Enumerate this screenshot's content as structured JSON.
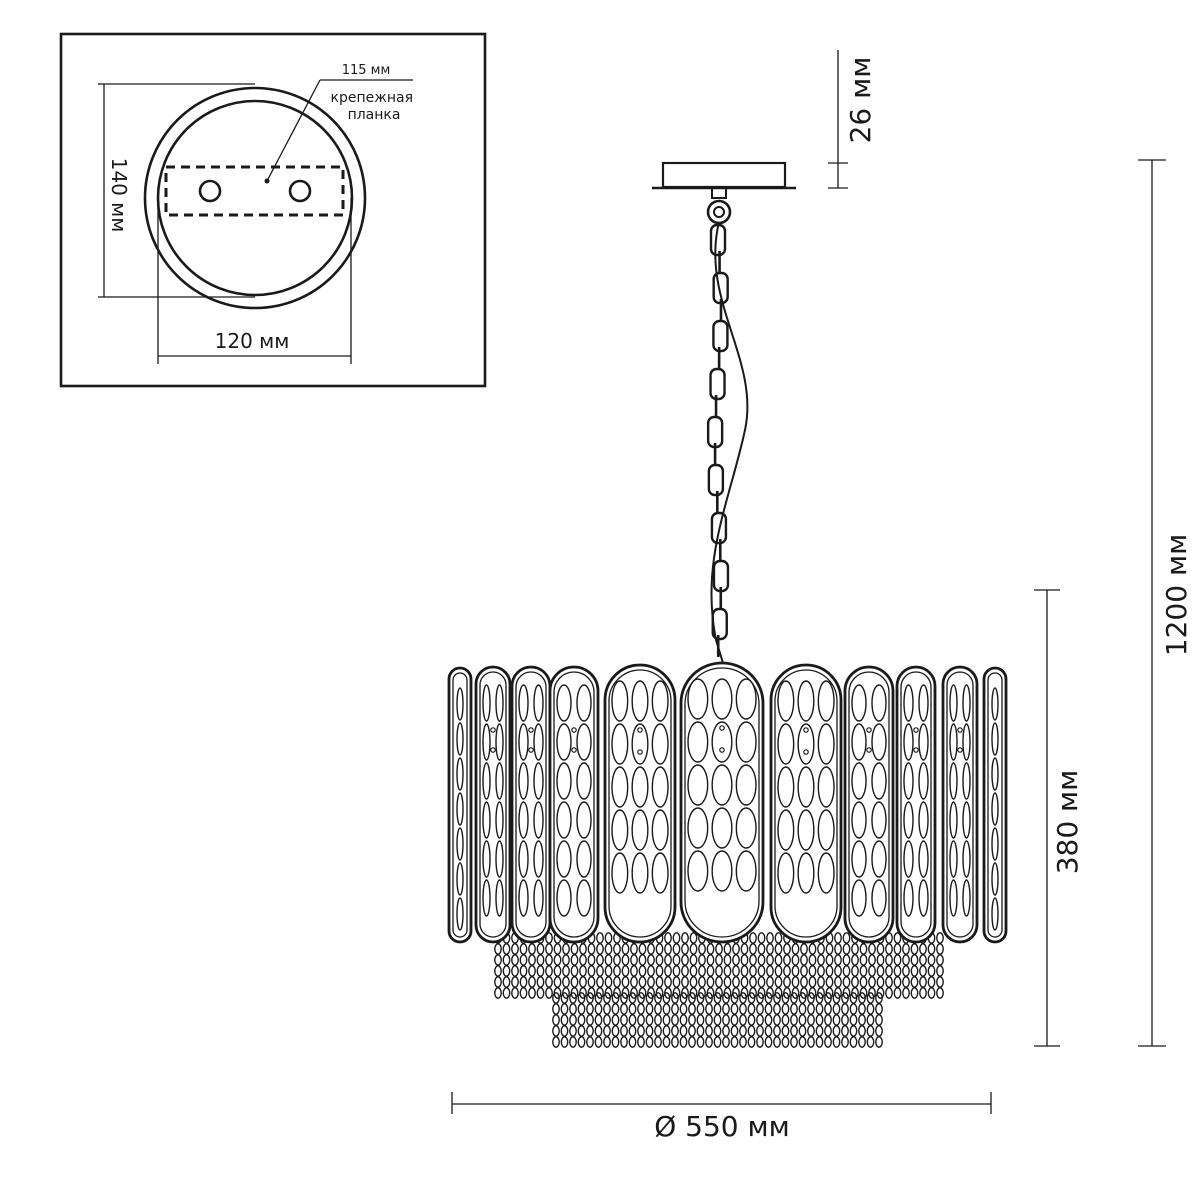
{
  "mounting_plate_inset": {
    "plate_length_label": "115 мм",
    "plate_name_label": "крепежная\nпланка",
    "height_label": "140 мм",
    "width_label": "120 мм"
  },
  "canopy_height_label": "26 мм",
  "total_height_label": "1200 мм",
  "shade_height_label": "380 мм",
  "diameter_label": "Ø 550 мм"
}
